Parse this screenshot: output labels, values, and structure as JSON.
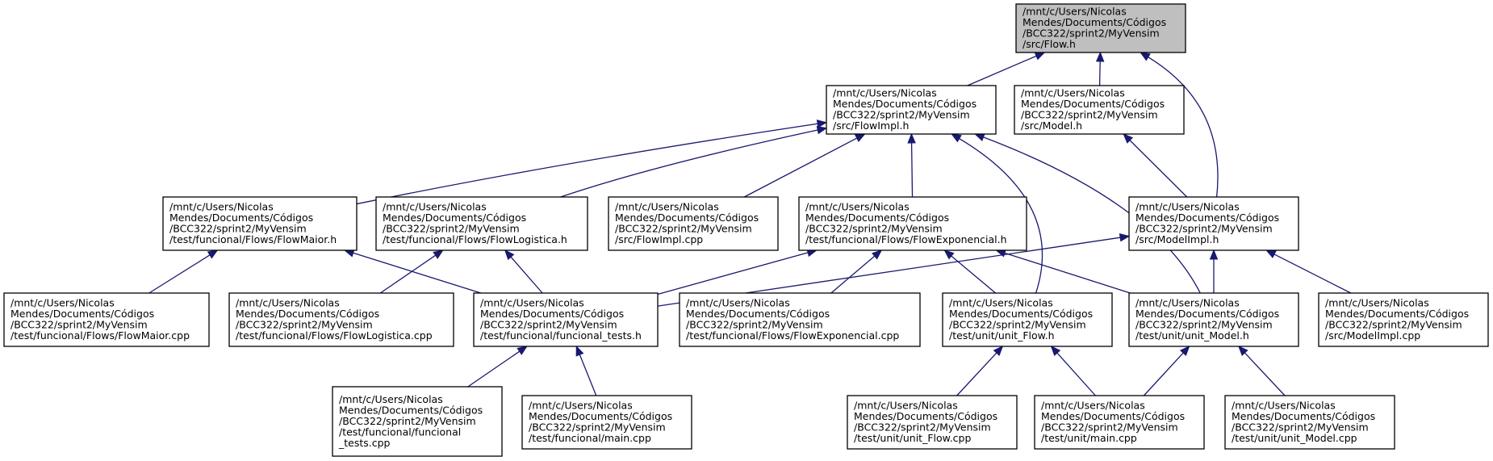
{
  "diagram": {
    "nodes": [
      {
        "id": "flow_h",
        "root": true,
        "lines": [
          "/mnt/c/Users/Nicolas",
          " Mendes/Documents/Códigos",
          "/BCC322/sprint2/MyVensim",
          "/src/Flow.h"
        ]
      },
      {
        "id": "flowimpl_h",
        "lines": [
          "/mnt/c/Users/Nicolas",
          " Mendes/Documents/Códigos",
          "/BCC322/sprint2/MyVensim",
          "/src/FlowImpl.h"
        ]
      },
      {
        "id": "model_h",
        "lines": [
          "/mnt/c/Users/Nicolas",
          " Mendes/Documents/Códigos",
          "/BCC322/sprint2/MyVensim",
          "/src/Model.h"
        ]
      },
      {
        "id": "flowmaior_h",
        "lines": [
          "/mnt/c/Users/Nicolas",
          " Mendes/Documents/Códigos",
          "/BCC322/sprint2/MyVensim",
          "/test/funcional/Flows/FlowMaior.h"
        ]
      },
      {
        "id": "flowlogistica_h",
        "lines": [
          "/mnt/c/Users/Nicolas",
          " Mendes/Documents/Códigos",
          "/BCC322/sprint2/MyVensim",
          "/test/funcional/Flows/FlowLogistica.h"
        ]
      },
      {
        "id": "flowimpl_cpp",
        "lines": [
          "/mnt/c/Users/Nicolas",
          " Mendes/Documents/Códigos",
          "/BCC322/sprint2/MyVensim",
          "/src/FlowImpl.cpp"
        ]
      },
      {
        "id": "flowexp_h",
        "lines": [
          "/mnt/c/Users/Nicolas",
          " Mendes/Documents/Códigos",
          "/BCC322/sprint2/MyVensim",
          "/test/funcional/Flows/FlowExponencial.h"
        ]
      },
      {
        "id": "modelimpl_h",
        "lines": [
          "/mnt/c/Users/Nicolas",
          " Mendes/Documents/Códigos",
          "/BCC322/sprint2/MyVensim",
          "/src/ModelImpl.h"
        ]
      },
      {
        "id": "flowmaior_cpp",
        "lines": [
          "/mnt/c/Users/Nicolas",
          " Mendes/Documents/Códigos",
          "/BCC322/sprint2/MyVensim",
          "/test/funcional/Flows/FlowMaior.cpp"
        ]
      },
      {
        "id": "flowlogistica_cpp",
        "lines": [
          "/mnt/c/Users/Nicolas",
          " Mendes/Documents/Códigos",
          "/BCC322/sprint2/MyVensim",
          "/test/funcional/Flows/FlowLogistica.cpp"
        ]
      },
      {
        "id": "functests_h",
        "lines": [
          "/mnt/c/Users/Nicolas",
          " Mendes/Documents/Códigos",
          "/BCC322/sprint2/MyVensim",
          "/test/funcional/funcional_tests.h"
        ]
      },
      {
        "id": "flowexp_cpp",
        "lines": [
          "/mnt/c/Users/Nicolas",
          " Mendes/Documents/Códigos",
          "/BCC322/sprint2/MyVensim",
          "/test/funcional/Flows/FlowExponencial.cpp"
        ]
      },
      {
        "id": "unitflow_h",
        "lines": [
          "/mnt/c/Users/Nicolas",
          " Mendes/Documents/Códigos",
          "/BCC322/sprint2/MyVensim",
          "/test/unit/unit_Flow.h"
        ]
      },
      {
        "id": "unitmodel_h",
        "lines": [
          "/mnt/c/Users/Nicolas",
          " Mendes/Documents/Códigos",
          "/BCC322/sprint2/MyVensim",
          "/test/unit/unit_Model.h"
        ]
      },
      {
        "id": "modelimpl_cpp",
        "lines": [
          "/mnt/c/Users/Nicolas",
          " Mendes/Documents/Códigos",
          "/BCC322/sprint2/MyVensim",
          "/src/ModelImpl.cpp"
        ]
      },
      {
        "id": "functests_cpp",
        "lines": [
          "/mnt/c/Users/Nicolas",
          " Mendes/Documents/Códigos",
          "/BCC322/sprint2/MyVensim",
          "/test/funcional/funcional",
          "_tests.cpp"
        ]
      },
      {
        "id": "func_main_cpp",
        "lines": [
          "/mnt/c/Users/Nicolas",
          " Mendes/Documents/Códigos",
          "/BCC322/sprint2/MyVensim",
          "/test/funcional/main.cpp"
        ]
      },
      {
        "id": "unitflow_cpp",
        "lines": [
          "/mnt/c/Users/Nicolas",
          " Mendes/Documents/Códigos",
          "/BCC322/sprint2/MyVensim",
          "/test/unit/unit_Flow.cpp"
        ]
      },
      {
        "id": "unit_main_cpp",
        "lines": [
          "/mnt/c/Users/Nicolas",
          " Mendes/Documents/Códigos",
          "/BCC322/sprint2/MyVensim",
          "/test/unit/main.cpp"
        ]
      },
      {
        "id": "unitmodel_cpp",
        "lines": [
          "/mnt/c/Users/Nicolas",
          " Mendes/Documents/Códigos",
          "/BCC322/sprint2/MyVensim",
          "/test/unit/unit_Model.cpp"
        ]
      }
    ],
    "edges": [
      {
        "from": "flowimpl_h",
        "to": "flow_h"
      },
      {
        "from": "model_h",
        "to": "flow_h"
      },
      {
        "from": "modelimpl_h",
        "to": "flow_h"
      },
      {
        "from": "flowmaior_h",
        "to": "flowimpl_h"
      },
      {
        "from": "flowlogistica_h",
        "to": "flowimpl_h"
      },
      {
        "from": "flowimpl_cpp",
        "to": "flowimpl_h"
      },
      {
        "from": "flowexp_h",
        "to": "flowimpl_h"
      },
      {
        "from": "unitflow_h",
        "to": "flowimpl_h"
      },
      {
        "from": "unitmodel_h",
        "to": "flowimpl_h"
      },
      {
        "from": "modelimpl_h",
        "to": "model_h"
      },
      {
        "from": "flowmaior_cpp",
        "to": "flowmaior_h"
      },
      {
        "from": "functests_h",
        "to": "flowmaior_h"
      },
      {
        "from": "flowlogistica_cpp",
        "to": "flowlogistica_h"
      },
      {
        "from": "functests_h",
        "to": "flowlogistica_h"
      },
      {
        "from": "functests_h",
        "to": "flowexp_h"
      },
      {
        "from": "flowexp_cpp",
        "to": "flowexp_h"
      },
      {
        "from": "unitflow_h",
        "to": "flowexp_h"
      },
      {
        "from": "unitmodel_h",
        "to": "flowexp_h"
      },
      {
        "from": "functests_h",
        "to": "modelimpl_h"
      },
      {
        "from": "unitmodel_h",
        "to": "modelimpl_h"
      },
      {
        "from": "modelimpl_cpp",
        "to": "modelimpl_h"
      },
      {
        "from": "functests_cpp",
        "to": "functests_h"
      },
      {
        "from": "func_main_cpp",
        "to": "functests_h"
      },
      {
        "from": "unitflow_cpp",
        "to": "unitflow_h"
      },
      {
        "from": "unit_main_cpp",
        "to": "unitflow_h"
      },
      {
        "from": "unit_main_cpp",
        "to": "unitmodel_h"
      },
      {
        "from": "unitmodel_cpp",
        "to": "unitmodel_h"
      }
    ]
  }
}
